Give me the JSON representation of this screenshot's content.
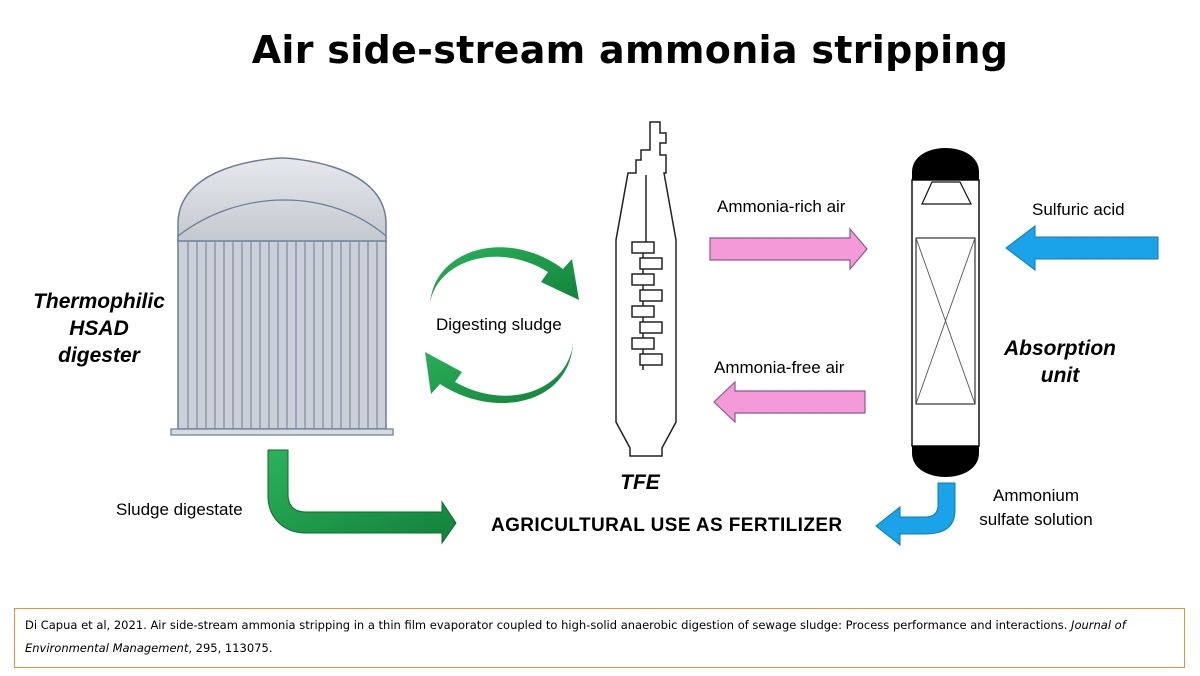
{
  "title": "Air side-stream ammonia stripping",
  "digester": {
    "label_lines": [
      "Thermophilic",
      "HSAD",
      "digester"
    ]
  },
  "digesting_label": "Digesting sludge",
  "tfe_label": "TFE",
  "ammonia_rich_label": "Ammonia-rich air",
  "ammonia_free_label": "Ammonia-free air",
  "sulfuric_label": "Sulfuric acid",
  "absorption": {
    "label_lines": [
      "Absorption",
      "unit"
    ]
  },
  "ammonium": {
    "label_lines": [
      "Ammonium",
      "sulfate solution"
    ]
  },
  "sludge_digestate_label": "Sludge digestate",
  "fertilizer_label": "AGRICULTURAL USE AS FERTILIZER",
  "citation": {
    "text": "Di Capua et al, 2021. Air side-stream ammonia stripping in a thin film evaporator coupled to high-solid anaerobic digestion of sewage sludge: Process performance and interactions.",
    "journal": "Journal of Environmental Management",
    "details": ", 295, 113075."
  },
  "colors": {
    "green_arrow": "#1e9e4a",
    "pink_arrow": "#f59ad9",
    "blue_arrow": "#1aa3e8",
    "digester_fill": "#c9ced6",
    "citation_border": "#e8903c"
  }
}
